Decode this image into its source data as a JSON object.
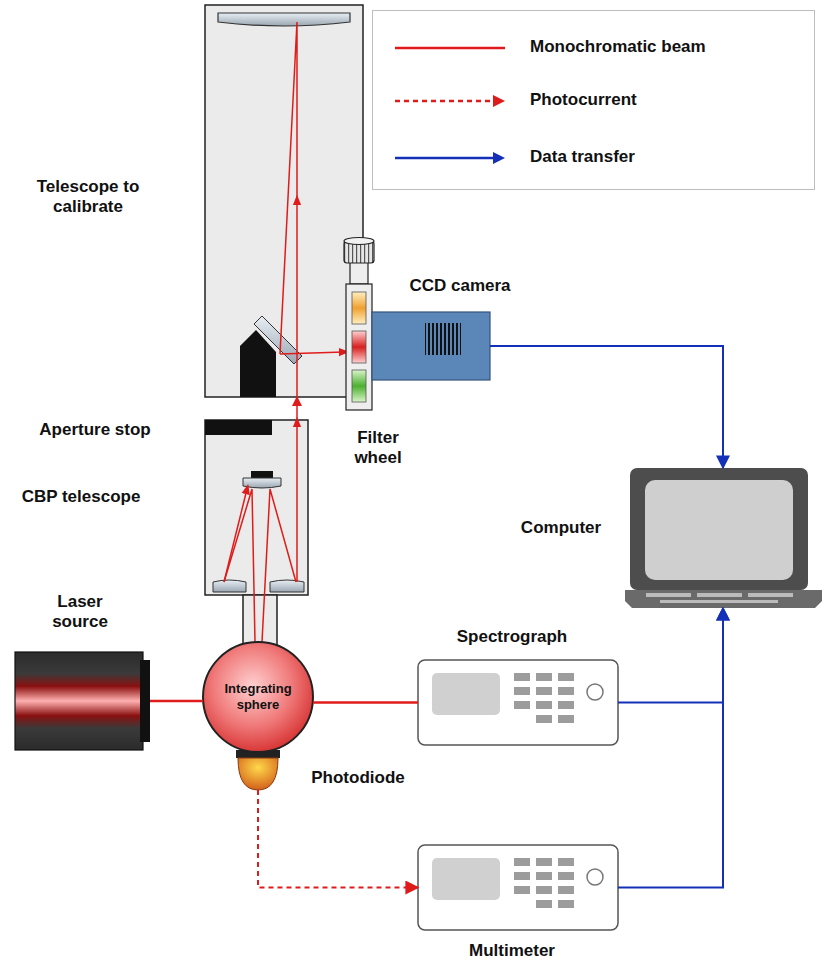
{
  "diagram": {
    "nodes": [
      {
        "text": [
          "Telescope to calibrate"
        ]
      },
      {
        "text": [
          "CCD camera"
        ]
      },
      {
        "text": [
          "Filter wheel"
        ]
      },
      {
        "text": [
          "CBP telescope"
        ]
      },
      {
        "text": [
          "Laser source"
        ]
      },
      {
        "text": [
          "Integrating sphere"
        ]
      },
      {
        "text": [
          "Photodiode"
        ]
      },
      {
        "text": [
          "Spectrograph"
        ]
      },
      {
        "text": [
          "Multimeter"
        ]
      },
      {
        "text": [
          "Computer"
        ]
      }
    ],
    "edges": [
      {
        "from": 4,
        "to": 5,
        "arrow": "none"
      },
      {
        "from": 5,
        "to": 7,
        "arrow": "none"
      },
      {
        "from": 6,
        "to": 8,
        "arrow": "to"
      },
      {
        "from": 3,
        "to": 0,
        "arrow": "to"
      },
      {
        "from": 1,
        "to": 9,
        "arrow": "to"
      },
      {
        "from": 7,
        "to": 9,
        "arrow": "to"
      },
      {
        "from": 8,
        "to": 9,
        "arrow": "to"
      }
    ],
    "labels": [
      "Aperture stop"
    ],
    "legend": [
      {
        "text": "Monochromatic beam"
      },
      {
        "text": "Photocurrent"
      },
      {
        "text": "Data transfer"
      }
    ]
  }
}
